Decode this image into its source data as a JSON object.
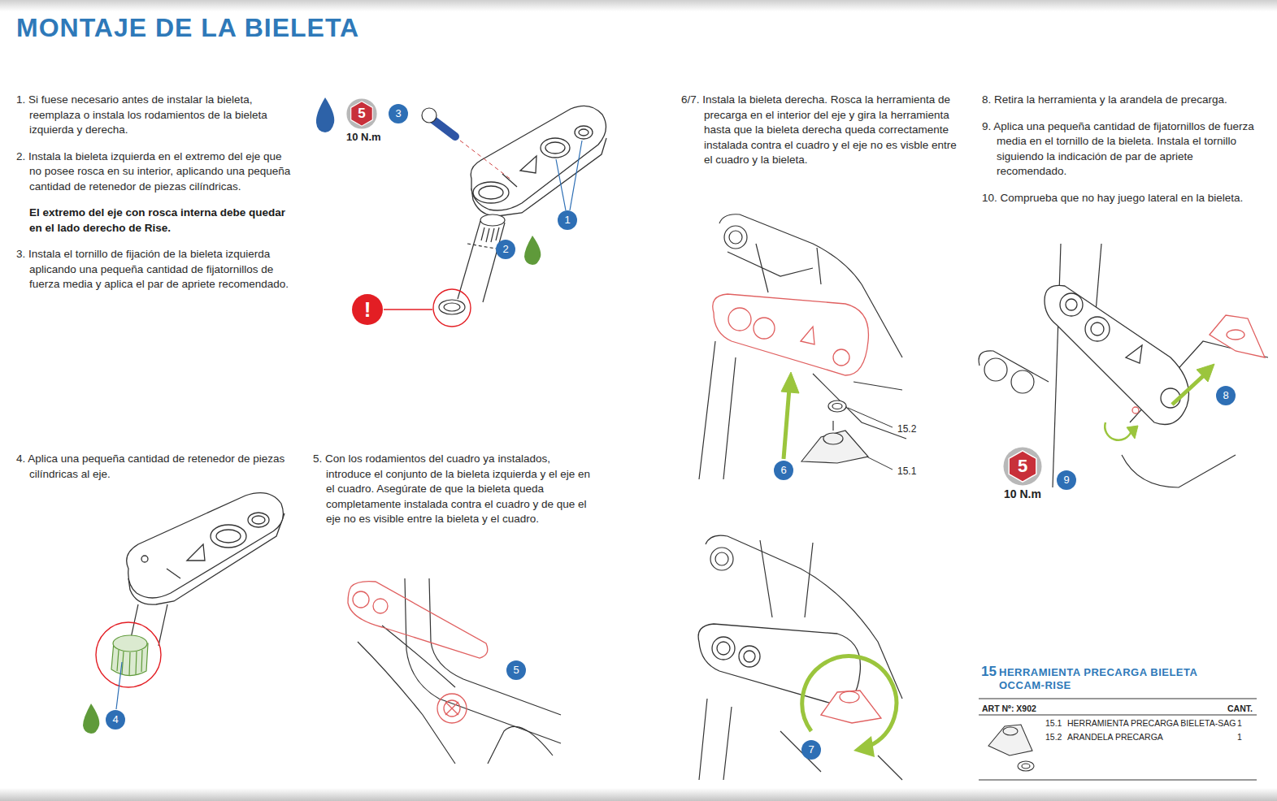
{
  "diagram": {
    "title": "MONTAJE DE LA BIELETA",
    "nodes": [
      {
        "text": [
          "5",
          "10 N.m"
        ]
      },
      {
        "text": [
          "3"
        ]
      },
      {
        "text": [
          "1"
        ]
      },
      {
        "text": [
          "2"
        ]
      },
      {
        "text": [
          "!"
        ]
      },
      {
        "text": [
          "4"
        ]
      },
      {
        "text": [
          "5"
        ]
      },
      {
        "text": [
          "6"
        ]
      },
      {
        "text": [
          "7"
        ]
      },
      {
        "text": [
          "8"
        ]
      },
      {
        "text": [
          "5",
          "10 N.m"
        ]
      },
      {
        "text": [
          "9"
        ]
      }
    ],
    "labels": [
      "1. Si fuese necesario antes de instalar la bieleta, reemplaza o instala los rodamientos de la bieleta izquierda y derecha.",
      "2. Instala la bieleta izquierda en el extremo del eje que no posee rosca en su interior, aplicando una pequeña cantidad de retenedor de piezas cilíndricas.",
      "El extremo del eje con rosca interna debe quedar en el lado derecho de Rise.",
      "3. Instala el tornillo de fijación de la bieleta izquierda aplicando una pequeña cantidad de fijatornillos de fuerza media y aplica el par de apriete recomendado.",
      "4. Aplica una pequeña cantidad de retenedor de piezas cilíndricas al eje.",
      "5. Con los rodamientos del cuadro ya instalados, introduce el conjunto de la bieleta izquierda y el eje en el cuadro. Asegúrate de que la bieleta queda completamente instalada contra el cuadro y de que el eje no es visible entre la bieleta y el cuadro.",
      "6/7. Instala la bieleta derecha. Rosca la herramienta de precarga en el interior del eje y gira la herramienta hasta que la bieleta derecha queda correctamente instalada contra el cuadro y el eje no es visble entre el cuadro y la bieleta.",
      "8. Retira la herramienta y la arandela de precarga.",
      "9. Aplica una pequeña cantidad de fijatornillos de fuerza media en el tornillo de la bieleta. Instala el tornillo siguiendo la indicación de par de apriete recomendado.",
      "10. Comprueba que no hay juego lateral en la bieleta.",
      "15.2",
      "15.1",
      "15",
      "HERRAMIENTA PRECARGA BIELETA OCCAM-RISE",
      "ART Nº: X902",
      "CANT.",
      "15.1",
      "HERRAMIENTA PRECARGA BIELETA-SAG",
      "1",
      "15.2",
      "ARANDELA PRECARGA",
      "1"
    ]
  }
}
